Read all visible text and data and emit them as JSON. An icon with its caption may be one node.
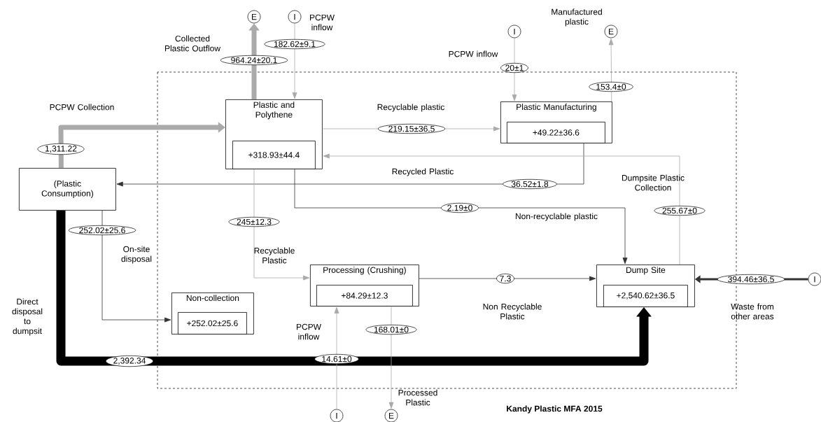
{
  "diagram": {
    "caption": "Kandy Plastic MFA 2015",
    "nodes": [
      {
        "text": [
          "(Plastic Consumption)"
        ]
      },
      {
        "text": [
          "Plastic and Polythene"
        ]
      },
      {
        "text": [
          "+318.93±44.4"
        ],
        "in": 1
      },
      {
        "text": [
          "Plastic Manufacturing"
        ]
      },
      {
        "text": [
          "+49.22±36.6"
        ],
        "in": 3
      },
      {
        "text": [
          "Processing (Crushing)"
        ]
      },
      {
        "text": [
          "+84.29±12.3"
        ],
        "in": 5
      },
      {
        "text": [
          "Dump Site"
        ]
      },
      {
        "text": [
          "+2,540.62±36.5"
        ],
        "in": 7
      },
      {
        "text": [
          "Non-collection"
        ]
      },
      {
        "text": [
          "+252.02±25.6"
        ],
        "in": 9
      },
      {
        "text": [
          "E"
        ],
        "beside": [
          "Collected Plastic Outflow"
        ]
      },
      {
        "text": [
          "I"
        ],
        "beside": [
          "PCPW inflow"
        ]
      },
      {
        "text": [
          "I"
        ],
        "beside": [
          "PCPW inflow"
        ]
      },
      {
        "text": [
          "E"
        ],
        "beside": [
          "Manufactured plastic"
        ]
      },
      {
        "text": [
          "I"
        ]
      },
      {
        "text": [
          "I"
        ]
      },
      {
        "text": [
          "E"
        ],
        "beside": [
          "Processed Plastic"
        ]
      }
    ],
    "edges": [
      {
        "from": 0,
        "to": 1,
        "arrow": "to",
        "label": "1,311.22",
        "style": "thick",
        "color": "#aaaaaa"
      },
      {
        "from": 1,
        "to": 11,
        "arrow": "to",
        "label": "964.24±20.1",
        "style": "thick",
        "color": "#aaaaaa"
      },
      {
        "from": 12,
        "to": 1,
        "arrow": "to",
        "label": "182.62±9.1",
        "color": "#aaaaaa"
      },
      {
        "from": 1,
        "to": 3,
        "arrow": "to",
        "label": "219.15±36.5",
        "color": "#aaaaaa"
      },
      {
        "from": 13,
        "to": 3,
        "arrow": "to",
        "label": "20±1",
        "color": "#aaaaaa"
      },
      {
        "from": 3,
        "to": 14,
        "arrow": "to",
        "label": "153.4±0",
        "color": "#aaaaaa"
      },
      {
        "from": 3,
        "to": 0,
        "arrow": "to",
        "label": "36.52±1.8",
        "color": "#333333"
      },
      {
        "from": 7,
        "to": 1,
        "arrow": "to",
        "label": "255.67±0",
        "color": "#aaaaaa"
      },
      {
        "from": 1,
        "to": 7,
        "arrow": "to",
        "label": "2.19±0",
        "color": "#333333"
      },
      {
        "from": 1,
        "to": 5,
        "arrow": "to",
        "label": "245±12.3",
        "color": "#aaaaaa"
      },
      {
        "from": 0,
        "to": 9,
        "arrow": "to",
        "label": "252.02±25.6",
        "color": "#333333"
      },
      {
        "from": 0,
        "to": 7,
        "arrow": "to",
        "label": "2,392.34",
        "style": "thick",
        "color": "#000000"
      },
      {
        "from": 5,
        "to": 7,
        "arrow": "to",
        "label": "7.3",
        "color": "#333333"
      },
      {
        "from": 15,
        "to": 7,
        "arrow": "to",
        "label": "394.46±36.5",
        "style": "thick",
        "color": "#333333"
      },
      {
        "from": 16,
        "to": 5,
        "arrow": "to",
        "label": "14.61±0",
        "color": "#aaaaaa"
      },
      {
        "from": 5,
        "to": 17,
        "arrow": "to",
        "label": "168.01±0",
        "color": "#aaaaaa"
      }
    ],
    "labels": [
      "PCPW Collection",
      "Recyclable plastic",
      "Recycled Plastic",
      "Dumpsite Plastic Collection",
      "Non-recyclable plastic",
      "On-site disposal",
      "Recyclable Plastic",
      "Non Recyclable Plastic",
      "Waste from other areas",
      "Direct disposal to dumpsit",
      "PCPW inflow"
    ]
  }
}
